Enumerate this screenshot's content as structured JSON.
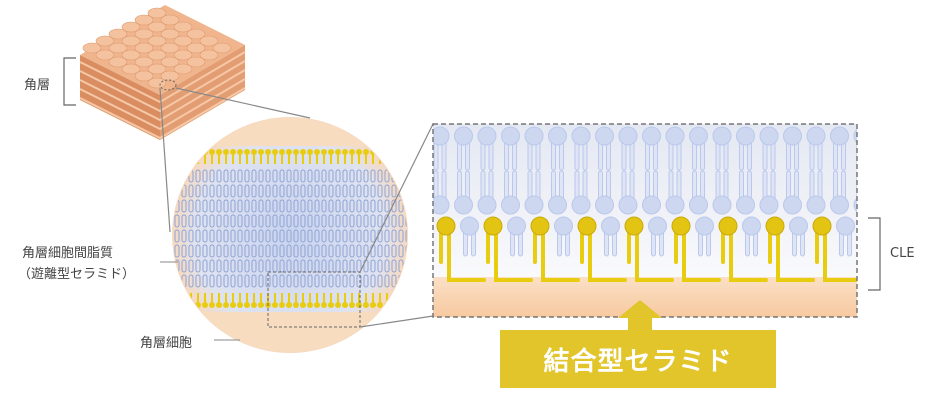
{
  "labels": {
    "stratum_corneum": "角層",
    "intercellular_lipid": "角層細胞間脂質",
    "free_ceramide": "（遊離型セラミド）",
    "corneocyte": "角層細胞",
    "cle": "CLE",
    "bound_ceramide": "結合型セラミド"
  },
  "colors": {
    "bound_ceramide": "#e8cc10",
    "free_lipid": "#b9c8ec",
    "corneocyte": "#f7cfa8",
    "badge": "#e2c52a",
    "skin": "#e9a77e"
  }
}
